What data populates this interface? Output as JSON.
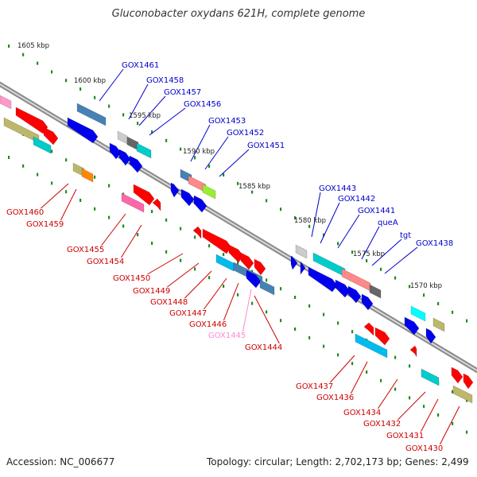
{
  "title": "Gluconobacter oxydans 621H, complete genome",
  "footer": {
    "accession": "Accession: NC_006677",
    "summary": "Topology: circular; Length: 2,702,173 bp; Genes: 2,499"
  },
  "colors": {
    "backbone": "#8a8a8a",
    "forward_label": "#0000cc",
    "reverse_label": "#cc0000",
    "pseudogene_label": "#ff88cc",
    "tick": "#228b22"
  },
  "kbp_ticks": [
    "1605 kbp",
    "1600 kbp",
    "1595 kbp",
    "1590 kbp",
    "1585 kbp",
    "1580 kbp",
    "1575 kbp",
    "1570 kbp"
  ],
  "forward_labels": [
    "GOX1461",
    "GOX1458",
    "GOX1457",
    "GOX1456",
    "GOX1453",
    "GOX1452",
    "GOX1451",
    "GOX1443",
    "GOX1442",
    "GOX1441",
    "queA",
    "tgt",
    "GOX1438"
  ],
  "reverse_labels": [
    "GOX1460",
    "GOX1459",
    "GOX1455",
    "GOX1454",
    "GOX1450",
    "GOX1449",
    "GOX1448",
    "GOX1447",
    "GOX1446",
    "GOX1445",
    "GOX1444",
    "GOX1437",
    "GOX1436",
    "GOX1434",
    "GOX1432",
    "GOX1431",
    "GOX1430"
  ],
  "pseudogene_labels": [
    "GOX1445"
  ]
}
